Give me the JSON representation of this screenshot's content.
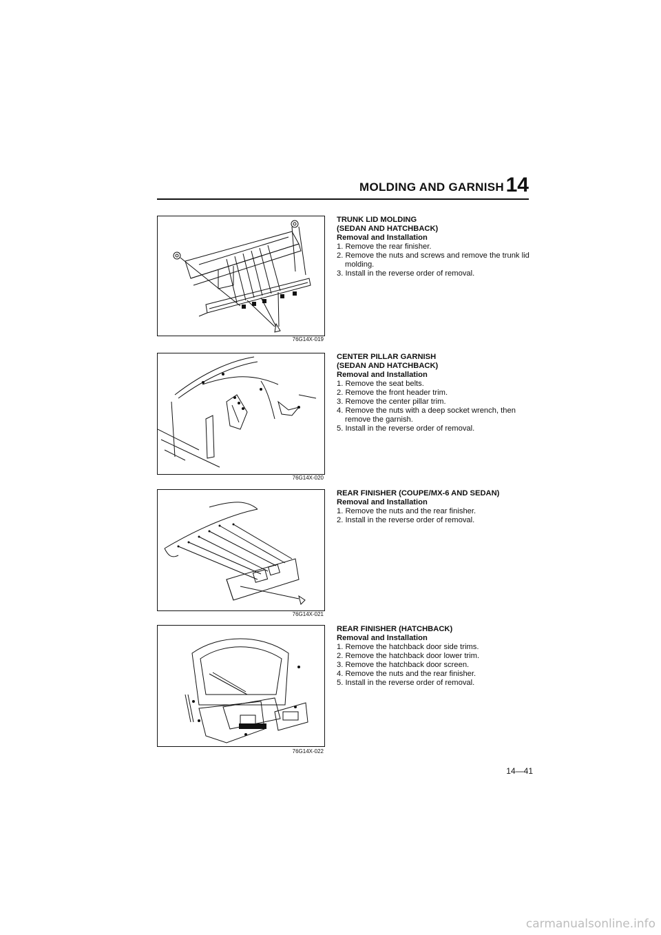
{
  "header": {
    "title": "MOLDING AND GARNISH",
    "chapter": "14"
  },
  "sections": [
    {
      "title": "TRUNK LID MOLDING",
      "subtitle": "(SEDAN AND HATCHBACK)",
      "heading": "Removal and Installation",
      "steps": [
        "1. Remove the rear finisher.",
        "2. Remove the nuts and screws and remove the trunk lid molding.",
        "3. Install in the reverse order of removal."
      ],
      "figure_code": "76G14X-019"
    },
    {
      "title": "CENTER PILLAR GARNISH",
      "subtitle": "(SEDAN AND HATCHBACK)",
      "heading": "Removal and Installation",
      "steps": [
        "1. Remove the seat belts.",
        "2. Remove the front header trim.",
        "3. Remove the center pillar trim.",
        "4. Remove the nuts with a deep socket wrench, then remove the garnish.",
        "5. Install in the reverse order of removal."
      ],
      "figure_code": "76G14X-020"
    },
    {
      "title": "REAR FINISHER (COUPE/MX-6 AND SEDAN)",
      "heading": "Removal and Installation",
      "steps": [
        "1. Remove the nuts and the rear finisher.",
        "2. Install in the reverse order of removal."
      ],
      "figure_code": "76G14X-021"
    },
    {
      "title": "REAR FINISHER (HATCHBACK)",
      "heading": "Removal and Installation",
      "steps": [
        "1. Remove the hatchback door side trims.",
        "2. Remove the hatchback door lower trim.",
        "3. Remove the hatchback door screen.",
        "4. Remove the nuts and the rear finisher.",
        "5. Install in the reverse order of removal."
      ],
      "figure_code": "76G14X-022"
    }
  ],
  "page_number": "14—41",
  "watermark": "carmanualsonline.info"
}
